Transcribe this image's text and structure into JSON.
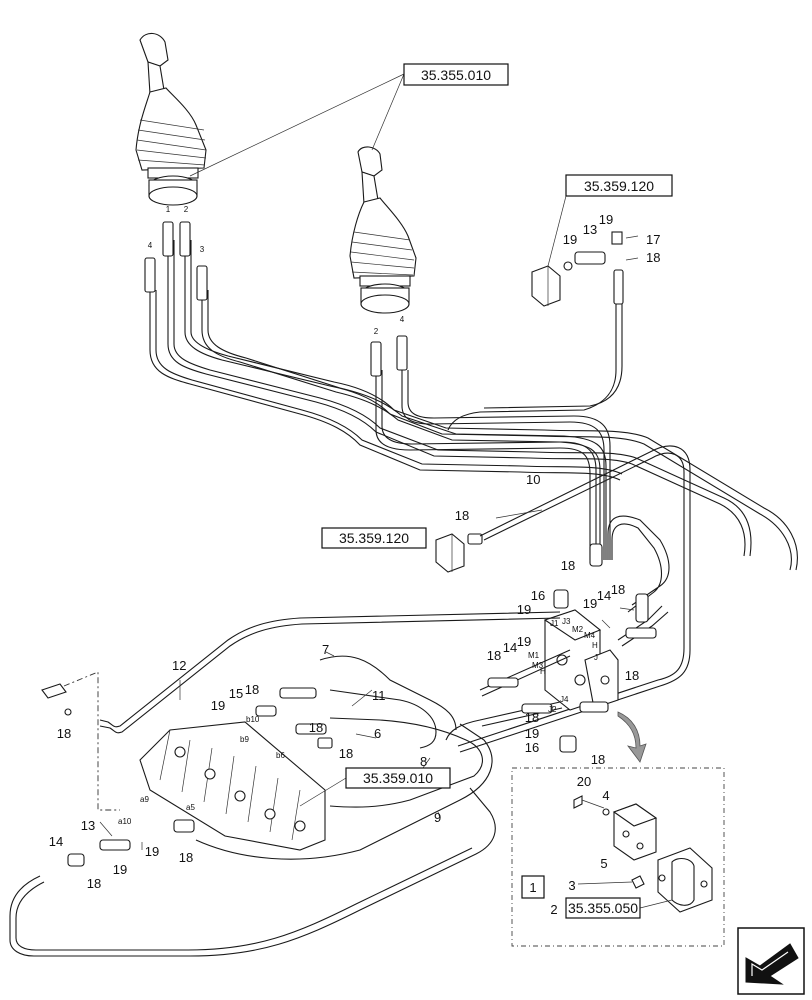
{
  "refs": {
    "joysticks": "35.355.010",
    "pilot_top": "35.359.120",
    "pilot_mid": "35.359.120",
    "valve": "35.359.010",
    "bracket": "35.355.050"
  },
  "port_labels": {
    "j1_n1": "1",
    "j1_n2": "2",
    "j1_n3": "3",
    "j1_n4": "4",
    "j2_n2": "2",
    "j2_n4": "4",
    "J1": "J1",
    "J3": "J3",
    "M1": "M1",
    "M2": "M2",
    "M3": "M3",
    "M4": "M4",
    "H_a": "H",
    "H_b": "H",
    "J_a": "J",
    "J2": "J2",
    "J4": "J4",
    "b10": "b10",
    "b9": "b9",
    "b6": "b6",
    "a5": "a5",
    "a10": "a10",
    "a9": "a9"
  },
  "callouts": {
    "c19_top_a": "19",
    "c13_top": "13",
    "c19_top_b": "19",
    "c17": "17",
    "c18_top": "18",
    "c10": "10",
    "c18_mid": "18",
    "c18_r1": "18",
    "c16_r1": "16",
    "c19_r1": "19",
    "c19_r2": "19",
    "c14_r2": "14",
    "c18_r2": "18",
    "c18_l3": "18",
    "c14_l3": "14",
    "c19_l3": "19",
    "c18_r3": "18",
    "c18_l4": "18",
    "c19_l4": "19",
    "c16_l4": "16",
    "c18_l5": "18",
    "c12": "12",
    "c7": "7",
    "c11": "11",
    "c6": "6",
    "c18_v1": "18",
    "c19_v1": "19",
    "c15": "15",
    "c18_v2": "18",
    "c18_v3": "18",
    "c8": "8",
    "c9": "9",
    "c18_left": "18",
    "c13_bl": "13",
    "c19_bl1": "19",
    "c14_bl": "14",
    "c19_bl2": "19",
    "c18_bl": "18",
    "c18_blc": "18",
    "d20": "20",
    "d4": "4",
    "d5": "5",
    "d3": "3",
    "d1": "1",
    "d2": "2"
  }
}
